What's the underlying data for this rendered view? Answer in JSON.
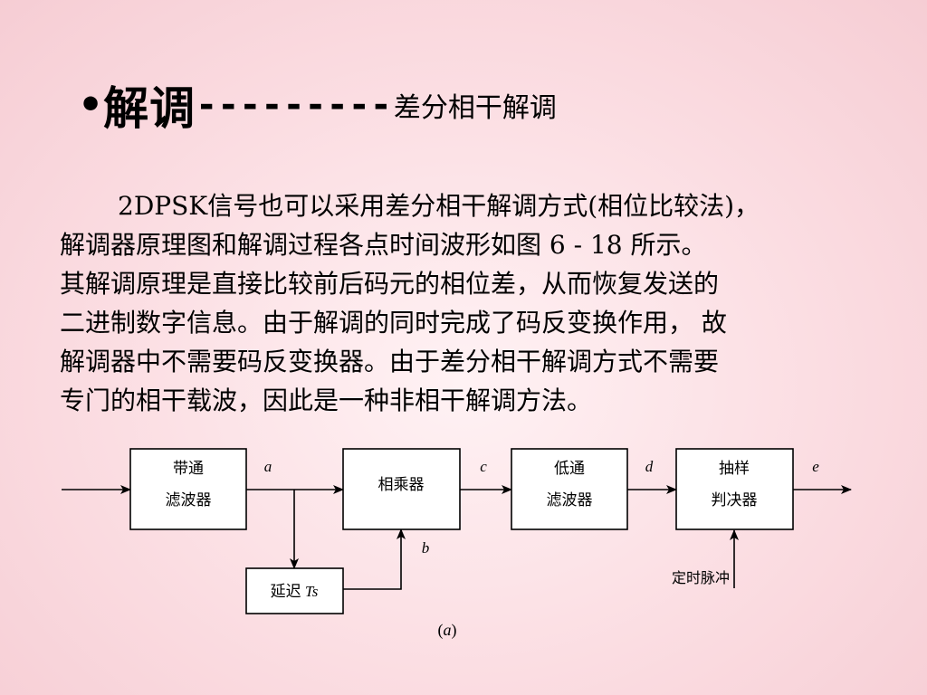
{
  "slide": {
    "bullet": "•",
    "title_main": "解调",
    "title_dashes": "---------",
    "title_sub": "差分相干解调",
    "paragraph_lines": [
      "2DPSK信号也可以采用差分相干解调方式(相位比较法)，",
      "解调器原理图和解调过程各点时间波形如图 6 - 18 所示。",
      "其解调原理是直接比较前后码元的相位差，从而恢复发送的",
      "二进制数字信息。由于解调的同时完成了码反变换作用， 故",
      "解调器中不需要码反变换器。由于差分相干解调方式不需要",
      "专门的相干载波，因此是一种非相干解调方法。"
    ]
  },
  "diagram": {
    "blocks": {
      "bandpass": [
        "带通",
        "滤波器"
      ],
      "multiplier": [
        "相乘器"
      ],
      "lowpass": [
        "低通",
        "滤波器"
      ],
      "sampler": [
        "抽样",
        "判决器"
      ],
      "delay_prefix": "延迟 ",
      "delay_symbol": "Ts"
    },
    "points": {
      "a": "a",
      "b": "b",
      "c": "c",
      "d": "d",
      "e": "e"
    },
    "timing_label": "定时脉冲",
    "caption_open": "(",
    "caption_letter": "a",
    "caption_close": ")"
  }
}
